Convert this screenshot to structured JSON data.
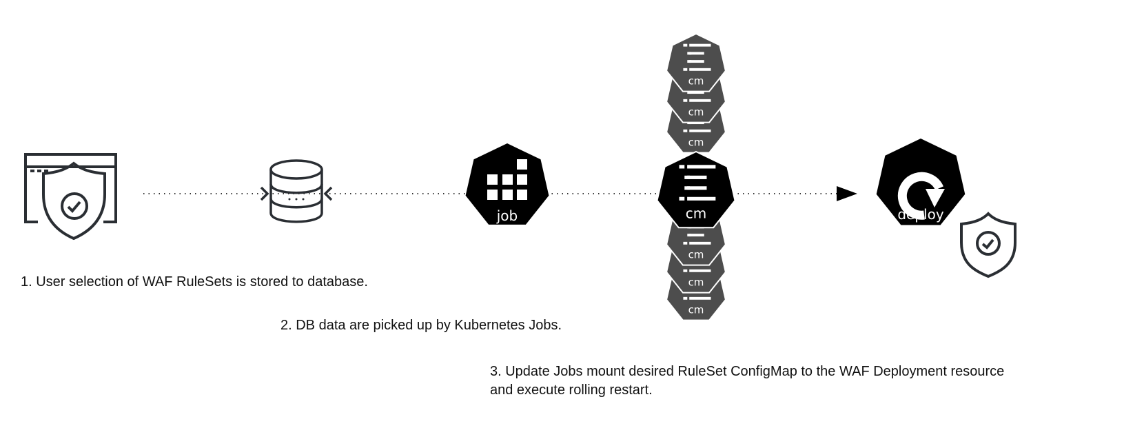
{
  "steps": [
    {
      "text": "1. User selection of WAF RuleSets is stored to database."
    },
    {
      "text": "2. DB data are picked up by Kubernetes Jobs."
    },
    {
      "text": "3. Update Jobs mount desired RuleSet ConfigMap to the WAF Deployment resource",
      "text2": "and execute rolling restart."
    }
  ],
  "nodes": {
    "job": {
      "label": "job",
      "icon": "kubernetes-job-icon"
    },
    "configmap": {
      "label": "cm",
      "icon": "kubernetes-configmap-icon",
      "stack_label": "cm"
    },
    "deploy": {
      "label": "deploy",
      "icon": "kubernetes-deployment-icon"
    }
  },
  "colors": {
    "icon_stroke": "#2a2e33",
    "k8s_dark": "#000000",
    "k8s_stack": "#4d4d4d"
  }
}
